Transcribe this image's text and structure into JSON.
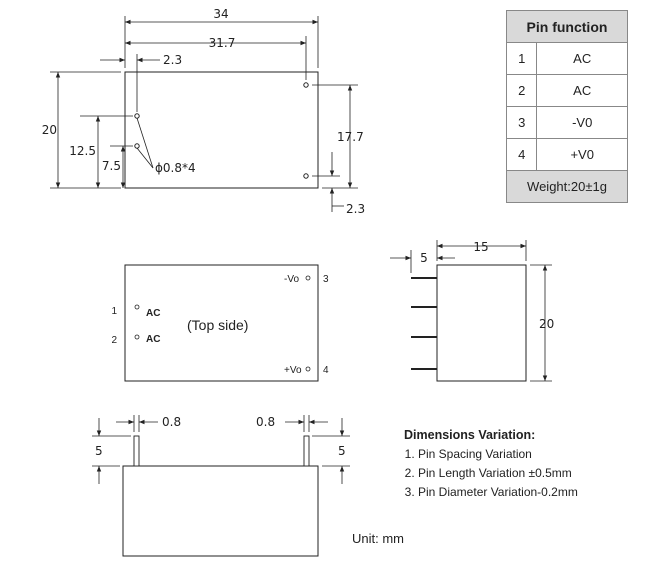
{
  "pin_table": {
    "header": "Pin function",
    "rows": [
      {
        "pin": "1",
        "function": "AC"
      },
      {
        "pin": "2",
        "function": "AC"
      },
      {
        "pin": "3",
        "function": "-V0"
      },
      {
        "pin": "4",
        "function": "+V0"
      }
    ],
    "weight": "Weight:20±1g"
  },
  "dims": {
    "d34": "34",
    "d31_7": "31.7",
    "d2_3_top": "2.3",
    "d20_left": "20",
    "d12_5": "12.5",
    "d7_5": "7.5",
    "pin_dia": "ϕ0.8*4",
    "d17_7": "17.7",
    "d2_3_right": "2.3",
    "d5_side": "5",
    "d15": "15",
    "d20_side": "20",
    "d0_8_left": "0.8",
    "d0_8_right": "0.8",
    "d5_left": "5",
    "d5_right": "5"
  },
  "top_view": {
    "title": "(Top side)",
    "pin1_num": "1",
    "pin1_label": "AC",
    "pin2_num": "2",
    "pin2_label": "AC",
    "pin3_label": "-Vo",
    "pin3_num": "3",
    "pin4_label": "+Vo",
    "pin4_num": "4"
  },
  "notes": {
    "title": "Dimensions Variation:",
    "items": [
      "Pin Spacing Variation",
      "Pin Length Variation ±0.5mm",
      "Pin Diameter Variation-0.2mm"
    ]
  },
  "unit": "Unit: mm"
}
